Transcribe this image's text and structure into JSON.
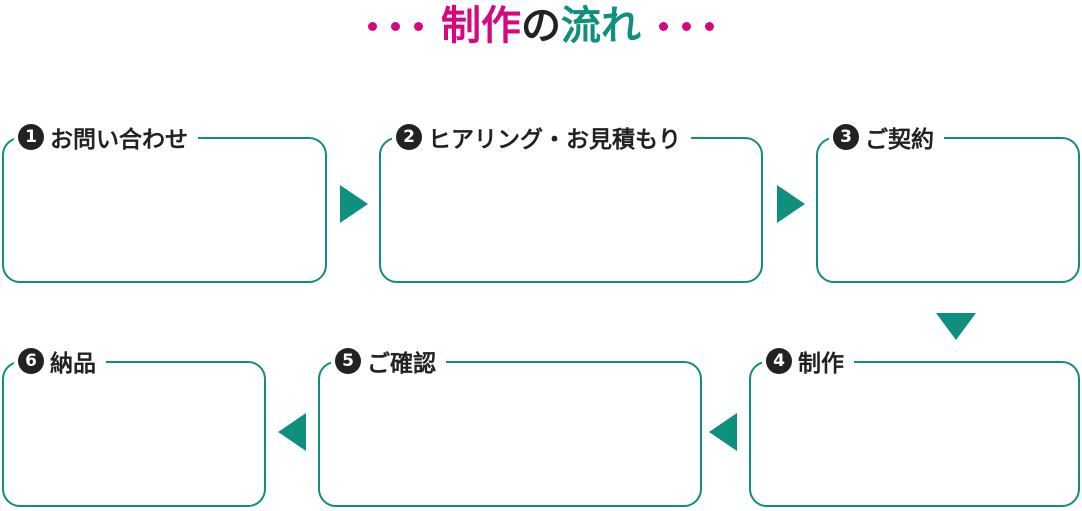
{
  "title": {
    "part1": "制作",
    "part2": "の",
    "part3": "流れ"
  },
  "colors": {
    "accent_pink": "#d6087e",
    "accent_teal": "#0f8f7d",
    "text_dark": "#222222"
  },
  "steps": [
    {
      "number": "1",
      "label": "お問い合わせ"
    },
    {
      "number": "2",
      "label": "ヒアリング・お見積もり"
    },
    {
      "number": "3",
      "label": "ご契約"
    },
    {
      "number": "4",
      "label": "制作"
    },
    {
      "number": "5",
      "label": "ご確認"
    },
    {
      "number": "6",
      "label": "納品"
    }
  ],
  "connector_icons": [
    "triangle-right-icon",
    "triangle-right-icon",
    "triangle-down-icon",
    "triangle-left-icon",
    "triangle-left-icon"
  ]
}
